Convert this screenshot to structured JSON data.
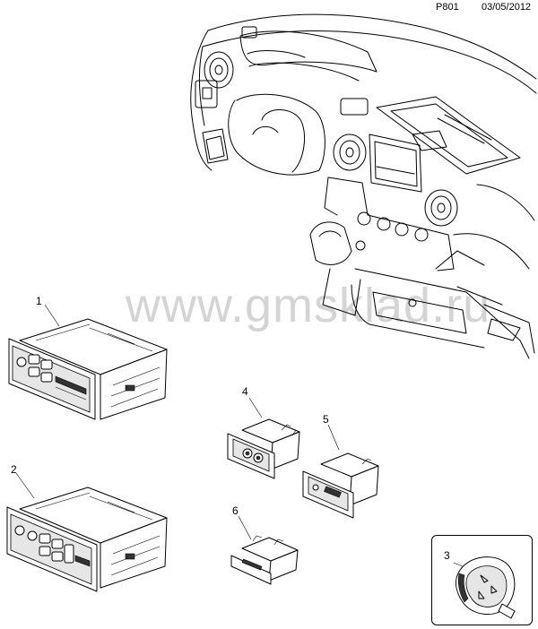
{
  "header": {
    "code": "P801",
    "date": "03/05/2012"
  },
  "watermark": "www.gmsklad.ru",
  "callouts": {
    "c1": "1",
    "c2": "2",
    "c3": "3",
    "c4": "4",
    "c5": "5",
    "c6": "6"
  },
  "diagram": {
    "parts": [
      {
        "number": "1",
        "icon": "radio-head-unit-icon"
      },
      {
        "number": "2",
        "icon": "radio-head-unit-icon"
      },
      {
        "number": "3",
        "icon": "steering-wheel-control-switch-icon"
      },
      {
        "number": "4",
        "icon": "auxiliary-socket-icon"
      },
      {
        "number": "5",
        "icon": "usb-socket-icon"
      },
      {
        "number": "6",
        "icon": "connector-module-icon"
      }
    ]
  }
}
